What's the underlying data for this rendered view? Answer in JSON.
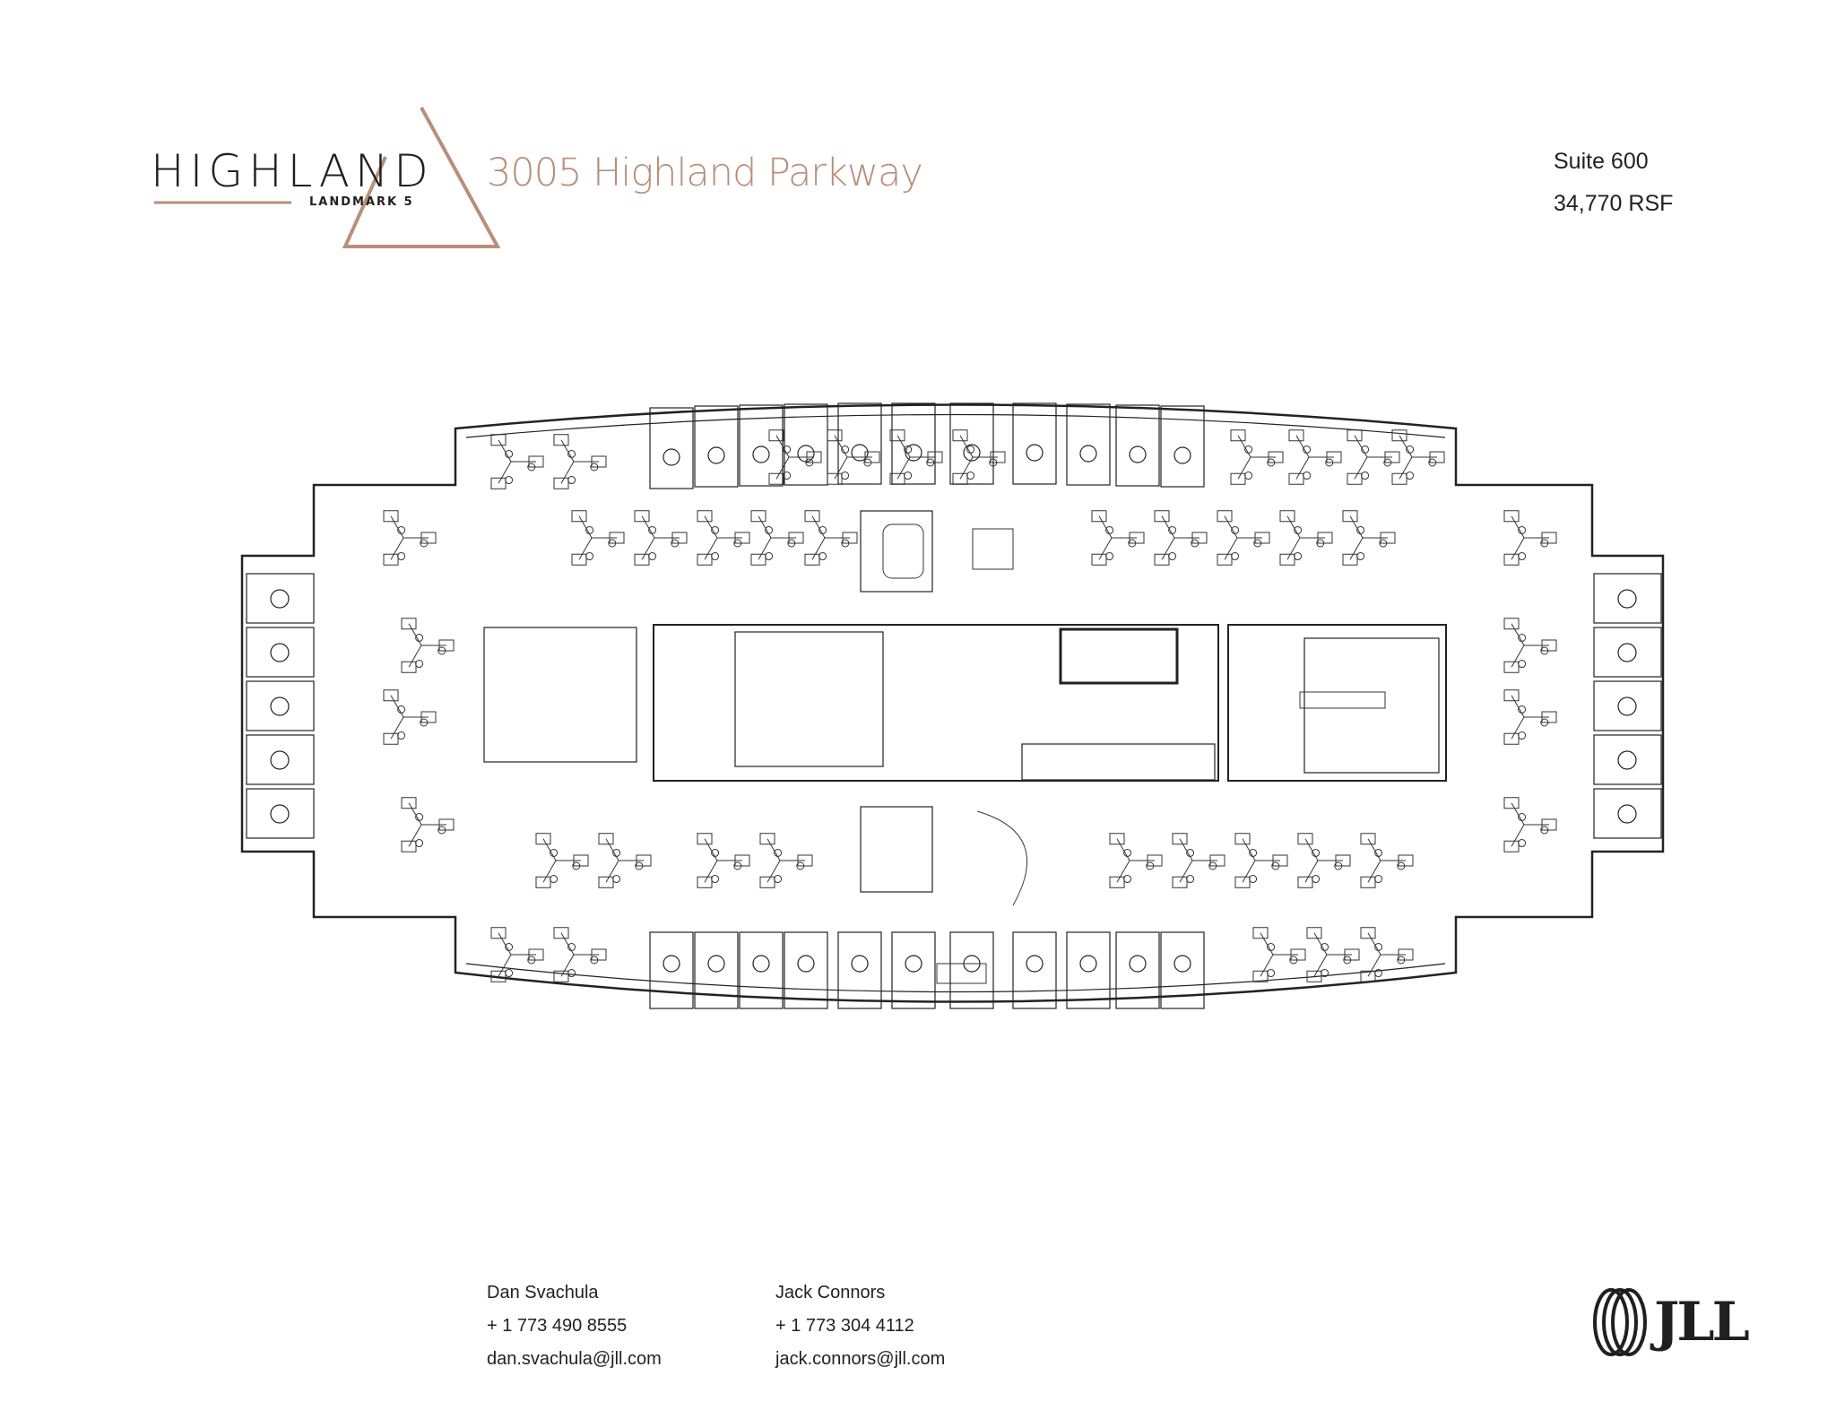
{
  "brand": {
    "logo_name": "HIGHLAND",
    "logo_subtitle": "LANDMARK 5",
    "accent_color": "#b98f7a"
  },
  "header": {
    "address": "3005 Highland Parkway",
    "suite": "Suite 600",
    "area": "34,770 RSF"
  },
  "contacts": [
    {
      "name": "Dan Svachula",
      "phone": "+ 1 773 490 8555",
      "email": "dan.svachula@jll.com"
    },
    {
      "name": "Jack Connors",
      "phone": "+ 1 773 304 4112",
      "email": "jack.connors@jll.com"
    }
  ],
  "footer_logo": {
    "text": "JLL",
    "icon": "jll-logo-icon"
  }
}
